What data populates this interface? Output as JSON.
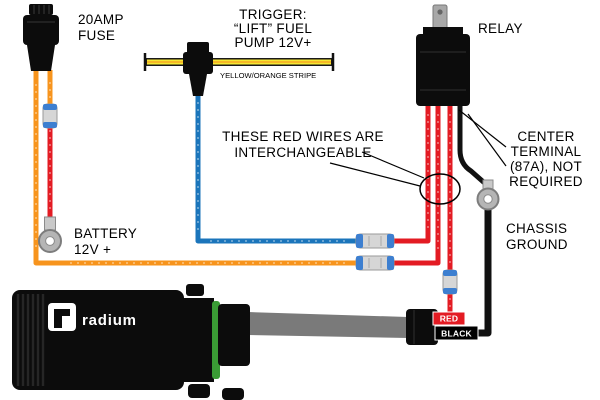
{
  "components": {
    "fuse": {
      "label": [
        "20AMP",
        "FUSE"
      ]
    },
    "trigger": {
      "label": [
        "TRIGGER:",
        "“LIFT” FUEL",
        "PUMP 12V+"
      ],
      "wire_note": "YELLOW/ORANGE STRIPE"
    },
    "relay": {
      "label": "RELAY"
    },
    "battery": {
      "label": [
        "BATTERY",
        "12V +"
      ]
    },
    "chassis_ground": {
      "label": [
        "CHASSIS",
        "GROUND"
      ]
    },
    "pump": {
      "brand": "radium"
    }
  },
  "annotations": {
    "interchangeable": [
      "THESE RED WIRES ARE",
      "INTERCHANGEABLE"
    ],
    "center_terminal": [
      "CENTER",
      "TERMINAL",
      "(87A), NOT",
      "REQUIRED"
    ],
    "wire_tags": {
      "red": "RED",
      "black": "BLACK"
    }
  },
  "colors": {
    "wire_orange": "#F7941D",
    "wire_red": "#E31B23",
    "wire_blue": "#1B75BB",
    "wire_yellow": "#F5E733",
    "wire_black": "#111111",
    "hose_gray": "#7A7A7A",
    "connector_silver": "#D6D6D6",
    "connector_blue": "#3D7FD0",
    "oring_green": "#3A9C35",
    "terminal_silver": "#B5B5B5"
  }
}
